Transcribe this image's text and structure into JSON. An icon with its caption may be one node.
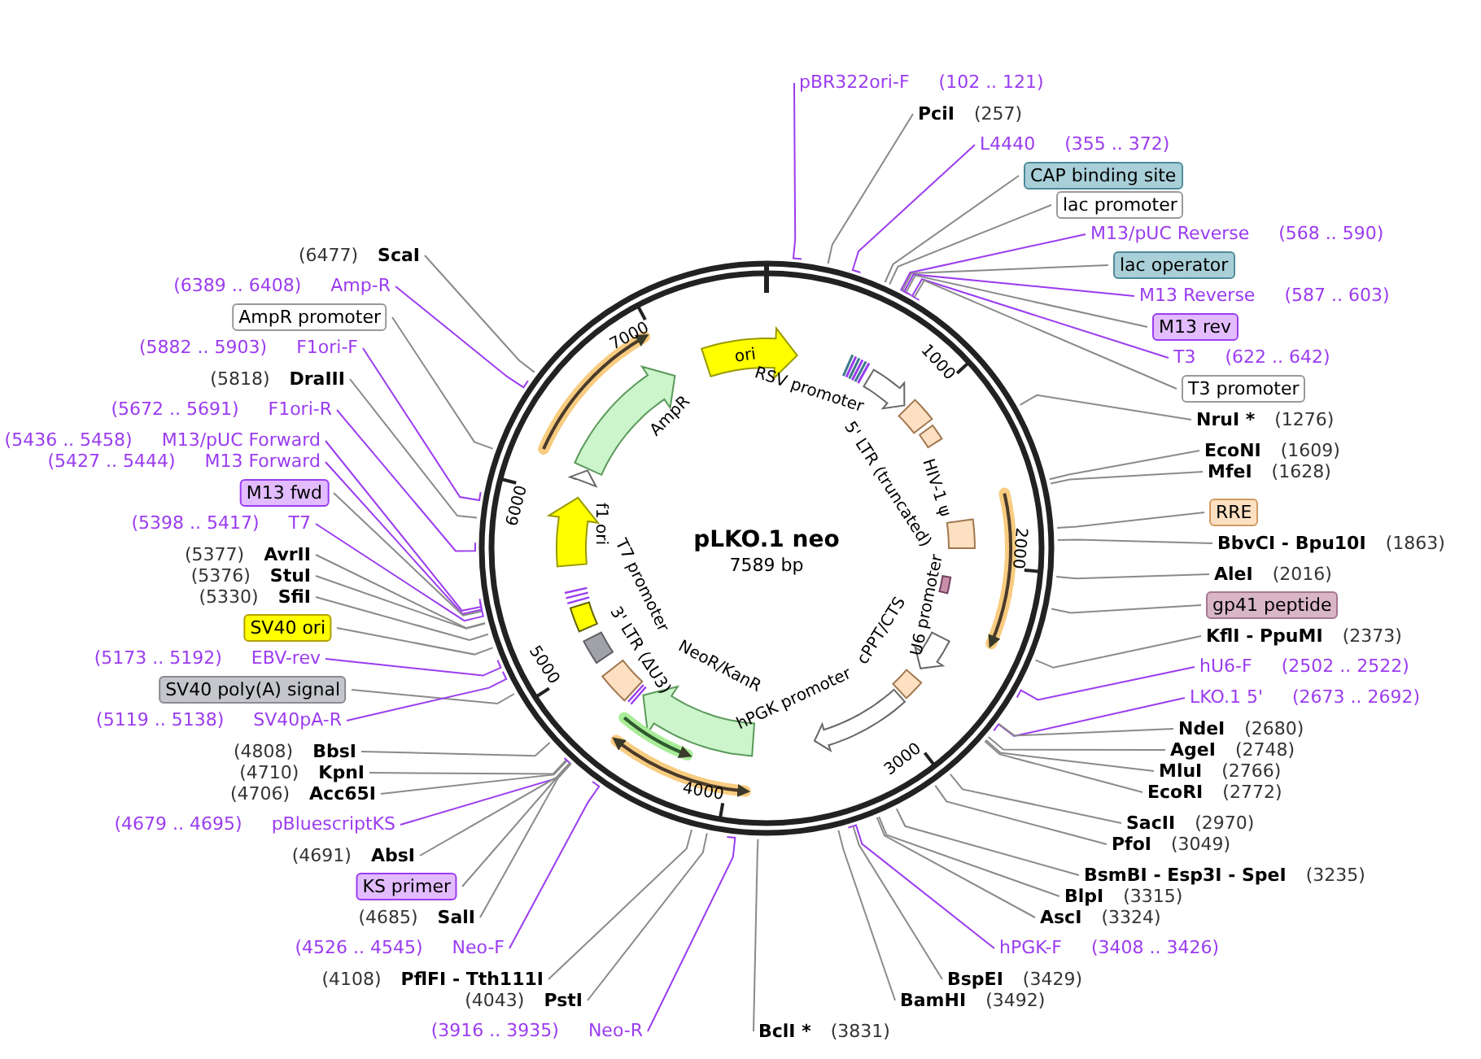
{
  "diagram": {
    "nodes": [
      {
        "text": [
          "pLKO.1 neo",
          "7589 bp"
        ]
      },
      {
        "text": [
          "ori"
        ],
        "in": 0
      },
      {
        "text": [
          "RSV promoter"
        ],
        "in": 0
      },
      {
        "text": [
          "5' LTR (truncated)"
        ],
        "in": 0
      },
      {
        "text": [
          "HIV-1 ψ"
        ],
        "in": 0
      },
      {
        "text": [
          "U6 promoter"
        ],
        "in": 0
      },
      {
        "text": [
          "cPPT/CTS"
        ],
        "in": 0
      },
      {
        "text": [
          "hPGK promoter"
        ],
        "in": 0
      },
      {
        "text": [
          "NeoR/KanR"
        ],
        "in": 0
      },
      {
        "text": [
          "3' LTR (ΔU3)"
        ],
        "in": 0
      },
      {
        "text": [
          "T7 promoter"
        ],
        "in": 0
      },
      {
        "text": [
          "f1 ori"
        ],
        "in": 0
      },
      {
        "text": [
          "AmpR"
        ],
        "in": 0
      },
      {
        "text": [
          "pBR322ori-F",
          "(102 .. 121)"
        ]
      },
      {
        "text": [
          "PciI",
          "(257)"
        ]
      },
      {
        "text": [
          "L4440",
          "(355 .. 372)"
        ]
      },
      {
        "text": [
          "CAP binding site"
        ]
      },
      {
        "text": [
          "lac promoter"
        ]
      },
      {
        "text": [
          "M13/pUC Reverse",
          "(568 .. 590)"
        ]
      },
      {
        "text": [
          "lac operator"
        ]
      },
      {
        "text": [
          "M13 Reverse",
          "(587 .. 603)"
        ]
      },
      {
        "text": [
          "M13 rev"
        ]
      },
      {
        "text": [
          "T3",
          "(622 .. 642)"
        ]
      },
      {
        "text": [
          "T3 promoter"
        ]
      },
      {
        "text": [
          "NruI *",
          "(1276)"
        ]
      },
      {
        "text": [
          "EcoNI",
          "(1609)"
        ]
      },
      {
        "text": [
          "MfeI",
          "(1628)"
        ]
      },
      {
        "text": [
          "RRE"
        ]
      },
      {
        "text": [
          "BbvCI - Bpu10I",
          "(1863)"
        ]
      },
      {
        "text": [
          "AleI",
          "(2016)"
        ]
      },
      {
        "text": [
          "gp41 peptide"
        ]
      },
      {
        "text": [
          "KflI - PpuMI",
          "(2373)"
        ]
      },
      {
        "text": [
          "hU6-F",
          "(2502 .. 2522)"
        ]
      },
      {
        "text": [
          "LKO.1 5'",
          "(2673 .. 2692)"
        ]
      },
      {
        "text": [
          "NdeI",
          "(2680)"
        ]
      },
      {
        "text": [
          "AgeI",
          "(2748)"
        ]
      },
      {
        "text": [
          "MluI",
          "(2766)"
        ]
      },
      {
        "text": [
          "EcoRI",
          "(2772)"
        ]
      },
      {
        "text": [
          "SacII",
          "(2970)"
        ]
      },
      {
        "text": [
          "PfoI",
          "(3049)"
        ]
      },
      {
        "text": [
          "BsmBI - Esp3I - SpeI",
          "(3235)"
        ]
      },
      {
        "text": [
          "BlpI",
          "(3315)"
        ]
      },
      {
        "text": [
          "AscI",
          "(3324)"
        ]
      },
      {
        "text": [
          "hPGK-F",
          "(3408 .. 3426)"
        ]
      },
      {
        "text": [
          "BspEI",
          "(3429)"
        ]
      },
      {
        "text": [
          "BamHI",
          "(3492)"
        ]
      },
      {
        "text": [
          "BclI *",
          "(3831)"
        ]
      },
      {
        "text": [
          "(6477)",
          "ScaI"
        ]
      },
      {
        "text": [
          "(6389 .. 6408)",
          "Amp-R"
        ]
      },
      {
        "text": [
          "AmpR promoter"
        ]
      },
      {
        "text": [
          "(5882 .. 5903)",
          "F1ori-F"
        ]
      },
      {
        "text": [
          "(5818)",
          "DraIII"
        ]
      },
      {
        "text": [
          "(5672 .. 5691)",
          "F1ori-R"
        ]
      },
      {
        "text": [
          "(5436 .. 5458)",
          "M13/pUC Forward"
        ]
      },
      {
        "text": [
          "(5427 .. 5444)",
          "M13 Forward"
        ]
      },
      {
        "text": [
          "M13 fwd"
        ]
      },
      {
        "text": [
          "(5398 .. 5417)",
          "T7"
        ]
      },
      {
        "text": [
          "(5377)",
          "AvrII"
        ]
      },
      {
        "text": [
          "(5376)",
          "StuI"
        ]
      },
      {
        "text": [
          "(5330)",
          "SfiI"
        ]
      },
      {
        "text": [
          "SV40 ori"
        ]
      },
      {
        "text": [
          "(5173 .. 5192)",
          "EBV-rev"
        ]
      },
      {
        "text": [
          "SV40 poly(A) signal"
        ]
      },
      {
        "text": [
          "(5119 .. 5138)",
          "SV40pA-R"
        ]
      },
      {
        "text": [
          "(4808)",
          "BbsI"
        ]
      },
      {
        "text": [
          "(4710)",
          "KpnI"
        ]
      },
      {
        "text": [
          "(4706)",
          "Acc65I"
        ]
      },
      {
        "text": [
          "(4679 .. 4695)",
          "pBluescriptKS"
        ]
      },
      {
        "text": [
          "(4691)",
          "AbsI"
        ]
      },
      {
        "text": [
          "KS primer"
        ]
      },
      {
        "text": [
          "(4685)",
          "SalI"
        ]
      },
      {
        "text": [
          "(4526 .. 4545)",
          "Neo-F"
        ]
      },
      {
        "text": [
          "(4108)",
          "PflFI - Tth111I"
        ]
      },
      {
        "text": [
          "(4043)",
          "PstI"
        ]
      },
      {
        "text": [
          "(3916 .. 3935)",
          "Neo-R"
        ]
      }
    ],
    "edges": [
      {
        "from": 13,
        "to": 0,
        "arrow": "none",
        "color": "#9b3cf0"
      },
      {
        "from": 14,
        "to": 0,
        "arrow": "none"
      },
      {
        "from": 15,
        "to": 0,
        "arrow": "none",
        "color": "#9b3cf0"
      },
      {
        "from": 16,
        "to": 0,
        "arrow": "none"
      },
      {
        "from": 17,
        "to": 0,
        "arrow": "none"
      },
      {
        "from": 18,
        "to": 0,
        "arrow": "none",
        "color": "#9b3cf0"
      },
      {
        "from": 19,
        "to": 0,
        "arrow": "none"
      },
      {
        "from": 20,
        "to": 0,
        "arrow": "none",
        "color": "#9b3cf0"
      },
      {
        "from": 21,
        "to": 0,
        "arrow": "none"
      },
      {
        "from": 22,
        "to": 0,
        "arrow": "none",
        "color": "#9b3cf0"
      },
      {
        "from": 23,
        "to": 0,
        "arrow": "none"
      },
      {
        "from": 24,
        "to": 0,
        "arrow": "none"
      },
      {
        "from": 25,
        "to": 0,
        "arrow": "none"
      },
      {
        "from": 26,
        "to": 0,
        "arrow": "none"
      },
      {
        "from": 27,
        "to": 0,
        "arrow": "none"
      },
      {
        "from": 28,
        "to": 0,
        "arrow": "none"
      },
      {
        "from": 29,
        "to": 0,
        "arrow": "none"
      },
      {
        "from": 30,
        "to": 0,
        "arrow": "none"
      },
      {
        "from": 31,
        "to": 0,
        "arrow": "none"
      },
      {
        "from": 32,
        "to": 0,
        "arrow": "none",
        "color": "#9b3cf0"
      },
      {
        "from": 33,
        "to": 0,
        "arrow": "none",
        "color": "#9b3cf0"
      },
      {
        "from": 34,
        "to": 0,
        "arrow": "none"
      },
      {
        "from": 35,
        "to": 0,
        "arrow": "none"
      },
      {
        "from": 36,
        "to": 0,
        "arrow": "none"
      },
      {
        "from": 37,
        "to": 0,
        "arrow": "none"
      },
      {
        "from": 38,
        "to": 0,
        "arrow": "none"
      },
      {
        "from": 39,
        "to": 0,
        "arrow": "none"
      },
      {
        "from": 40,
        "to": 0,
        "arrow": "none"
      },
      {
        "from": 41,
        "to": 0,
        "arrow": "none"
      },
      {
        "from": 42,
        "to": 0,
        "arrow": "none"
      },
      {
        "from": 43,
        "to": 0,
        "arrow": "none",
        "color": "#9b3cf0"
      },
      {
        "from": 44,
        "to": 0,
        "arrow": "none"
      },
      {
        "from": 45,
        "to": 0,
        "arrow": "none"
      },
      {
        "from": 46,
        "to": 0,
        "arrow": "none"
      },
      {
        "from": 47,
        "to": 0,
        "arrow": "none"
      },
      {
        "from": 48,
        "to": 0,
        "arrow": "none",
        "color": "#9b3cf0"
      },
      {
        "from": 49,
        "to": 0,
        "arrow": "none"
      },
      {
        "from": 50,
        "to": 0,
        "arrow": "none",
        "color": "#9b3cf0"
      },
      {
        "from": 51,
        "to": 0,
        "arrow": "none"
      },
      {
        "from": 52,
        "to": 0,
        "arrow": "none",
        "color": "#9b3cf0"
      },
      {
        "from": 53,
        "to": 0,
        "arrow": "none",
        "color": "#9b3cf0"
      },
      {
        "from": 54,
        "to": 0,
        "arrow": "none",
        "color": "#9b3cf0"
      },
      {
        "from": 55,
        "to": 0,
        "arrow": "none"
      },
      {
        "from": 56,
        "to": 0,
        "arrow": "none",
        "color": "#9b3cf0"
      },
      {
        "from": 57,
        "to": 0,
        "arrow": "none"
      },
      {
        "from": 58,
        "to": 0,
        "arrow": "none"
      },
      {
        "from": 59,
        "to": 0,
        "arrow": "none"
      },
      {
        "from": 60,
        "to": 0,
        "arrow": "none"
      },
      {
        "from": 61,
        "to": 0,
        "arrow": "none",
        "color": "#9b3cf0"
      },
      {
        "from": 62,
        "to": 0,
        "arrow": "none"
      },
      {
        "from": 63,
        "to": 0,
        "arrow": "none",
        "color": "#9b3cf0"
      },
      {
        "from": 64,
        "to": 0,
        "arrow": "none"
      },
      {
        "from": 65,
        "to": 0,
        "arrow": "none"
      },
      {
        "from": 66,
        "to": 0,
        "arrow": "none"
      },
      {
        "from": 67,
        "to": 0,
        "arrow": "none",
        "color": "#9b3cf0"
      },
      {
        "from": 68,
        "to": 0,
        "arrow": "none"
      },
      {
        "from": 69,
        "to": 0,
        "arrow": "none"
      },
      {
        "from": 70,
        "to": 0,
        "arrow": "none"
      },
      {
        "from": 71,
        "to": 0,
        "arrow": "none",
        "color": "#9b3cf0"
      },
      {
        "from": 72,
        "to": 0,
        "arrow": "none"
      },
      {
        "from": 73,
        "to": 0,
        "arrow": "none"
      },
      {
        "from": 74,
        "to": 0,
        "arrow": "none",
        "color": "#9b3cf0"
      }
    ],
    "labels": [
      "1000",
      "2000",
      "3000",
      "4000",
      "5000",
      "6000",
      "7000"
    ]
  }
}
